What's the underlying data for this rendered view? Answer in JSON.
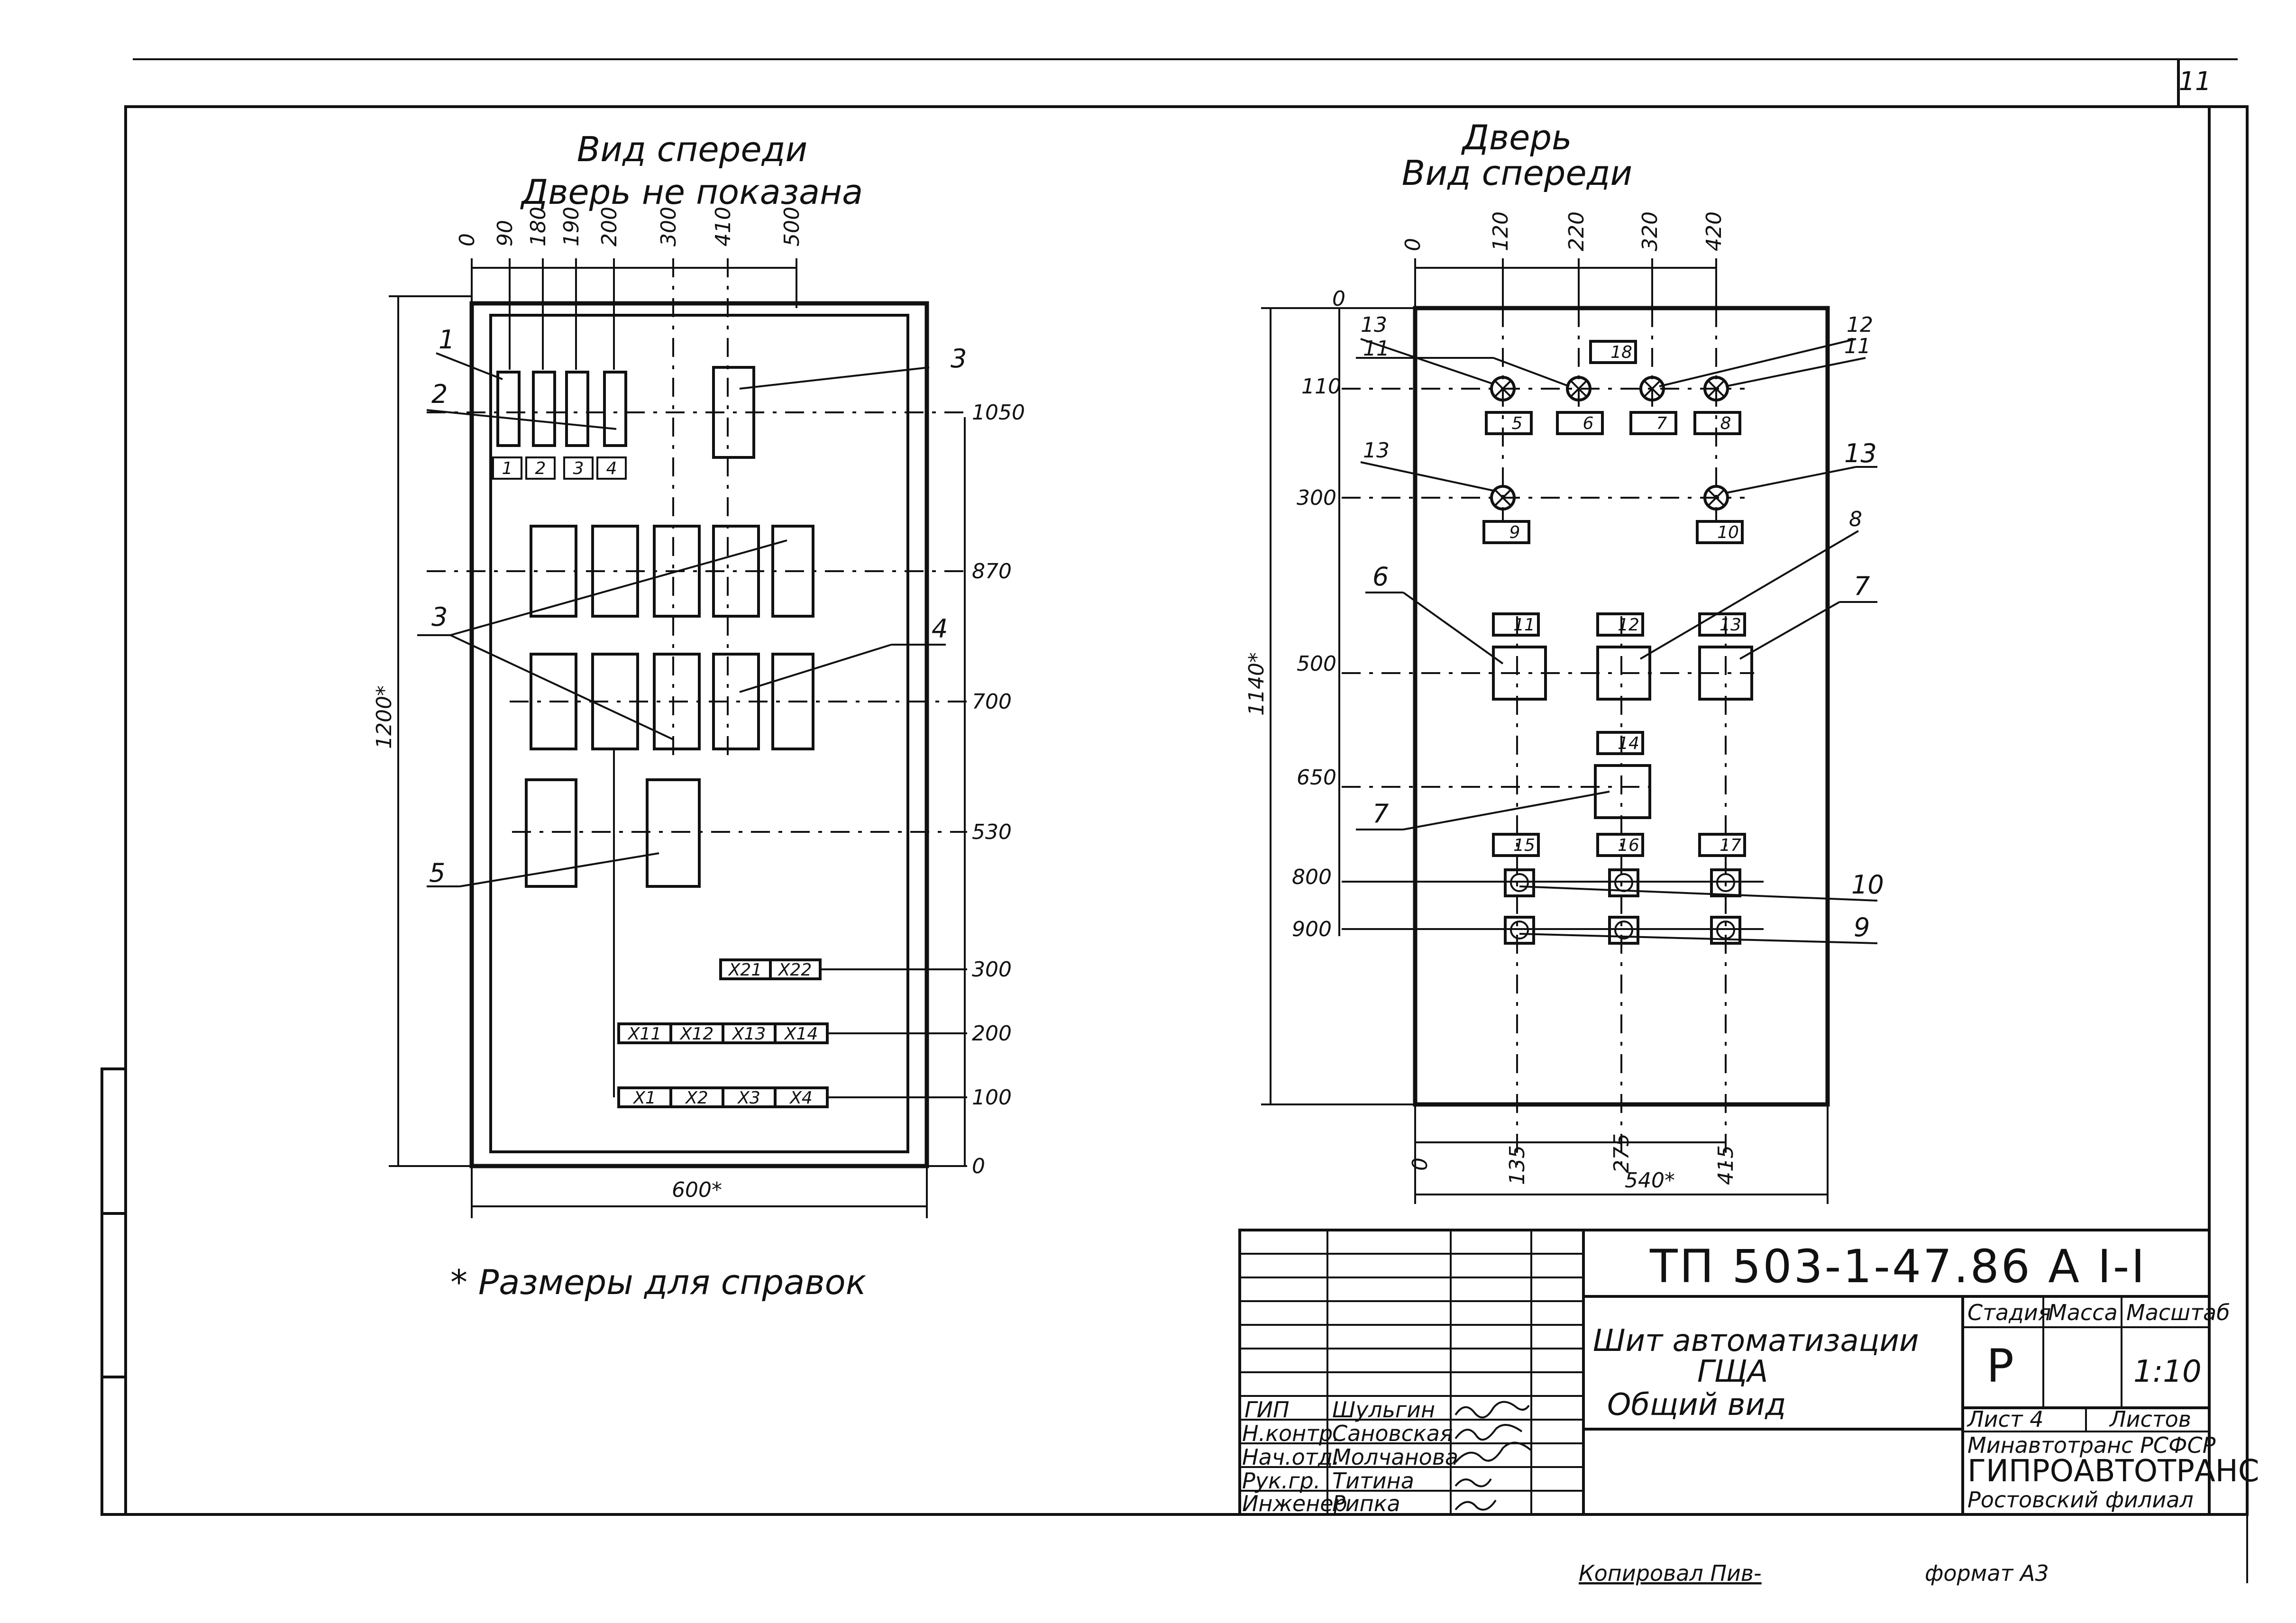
{
  "sheet_number": "11",
  "front_view": {
    "title_line1": "Вид спереди",
    "title_line2": "Дверь не показана",
    "top_dims": [
      "0",
      "90",
      "180",
      "190",
      "200",
      "300",
      "410",
      "500"
    ],
    "right_dims": [
      "1050",
      "870",
      "700",
      "530",
      "300",
      "200",
      "100",
      "0"
    ],
    "height_dim": "1200*",
    "width_dim": "600*",
    "callouts": [
      "1",
      "2",
      "3",
      "3",
      "4",
      "5"
    ],
    "terminal_labels_small": [
      "1",
      "2",
      "3",
      "4"
    ],
    "terminals_row_300": [
      "X21",
      "X22"
    ],
    "terminals_row_200": [
      "X11",
      "X12",
      "X13",
      "X14"
    ],
    "terminals_row_100": [
      "X1",
      "X2",
      "X3",
      "X4"
    ]
  },
  "door_view": {
    "title_line1": "Дверь",
    "title_line2": "Вид спереди",
    "top_dims": [
      "0",
      "120",
      "220",
      "320",
      "420"
    ],
    "left_dims": [
      "0",
      "110",
      "300",
      "500",
      "650",
      "800",
      "900"
    ],
    "height_dim": "1140*",
    "bottom_dims": [
      "0",
      "135",
      "275",
      "415"
    ],
    "width_dim": "540*",
    "callouts_left": [
      "13",
      "11",
      "13",
      "6",
      "7"
    ],
    "callouts_right": [
      "12",
      "11",
      "13",
      "8",
      "7",
      "10",
      "9"
    ],
    "plates": [
      "18",
      "5",
      "6",
      "7",
      "8",
      "9",
      "10",
      "11",
      "12",
      "13",
      "14",
      "15",
      "16",
      "17"
    ]
  },
  "footnote": "* Размеры для справок",
  "title_block": {
    "code": "ТП 503-1-47.86 А I-I",
    "name_line1": "Шит автоматизации",
    "name_line2": "ГЩА",
    "name_line3": "Общий вид",
    "stage_label": "Стадия",
    "mass_label": "Масса",
    "scale_label": "Масштаб",
    "stage_value": "Р",
    "scale_value": "1:10",
    "sheet_label": "Лист 4",
    "sheets_label": "Листов",
    "org_line1": "Минавтотранс РСФСР",
    "org_line2": "ГИПРОАВТОТРАНС",
    "org_line3": "Ростовский филиал",
    "roles": [
      "ГИП",
      "Н.контр.",
      "Нач.отд.",
      "Рук.гр.",
      "Инженер"
    ],
    "names": [
      "Шульгин",
      "Сановская",
      "Молчанова",
      "Титина",
      "Рипка"
    ]
  },
  "footer": {
    "copied": "Копировал Пив-",
    "format": "формат А3"
  }
}
